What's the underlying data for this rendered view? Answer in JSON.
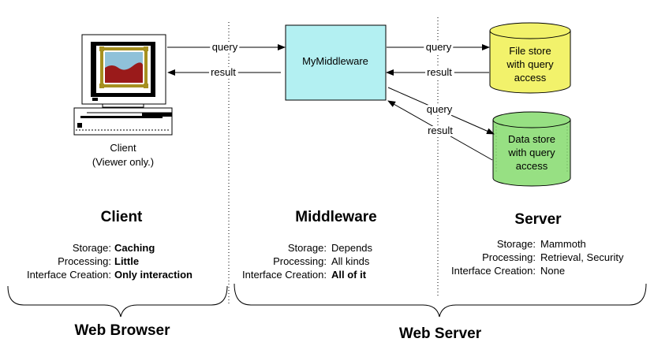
{
  "colors": {
    "middleware_fill": "#b3f0f2",
    "file_store_fill": "#f2f26b",
    "data_store_fill": "#97e083",
    "frame_gold": "#a69020",
    "picture_red": "#9a1a1a",
    "picture_sky": "#8fc1d9"
  },
  "client": {
    "icon": "computer-icon",
    "caption_line1": "Client",
    "caption_line2": "(Viewer only.)",
    "title": "Client",
    "rows": [
      {
        "label": "Storage:",
        "value": "Caching"
      },
      {
        "label": "Processing:",
        "value": "Little"
      },
      {
        "label": "Interface Creation:",
        "value": "Only interaction"
      }
    ]
  },
  "middleware": {
    "box_label": "MyMiddleware",
    "title": "Middleware",
    "rows": [
      {
        "label": "Storage:",
        "value": "Depends"
      },
      {
        "label": "Processing:",
        "value": "All kinds"
      },
      {
        "label": "Interface Creation:",
        "value": "All of it"
      }
    ]
  },
  "server": {
    "title": "Server",
    "rows": [
      {
        "label": "Storage:",
        "value": "Mammoth"
      },
      {
        "label": "Processing:",
        "value": "Retrieval, Security"
      },
      {
        "label": "Interface Creation:",
        "value": "None"
      }
    ]
  },
  "stores": {
    "file_store": {
      "line1": "File store",
      "line2": "with query",
      "line3": "access"
    },
    "data_store": {
      "line1": "Data store",
      "line2": "with query",
      "line3": "access"
    }
  },
  "arrows": {
    "client_query": "query",
    "client_result": "result",
    "file_query": "query",
    "file_result": "result",
    "data_query": "query",
    "data_result": "result"
  },
  "groups": {
    "web_browser": "Web Browser",
    "web_server": "Web Server"
  }
}
